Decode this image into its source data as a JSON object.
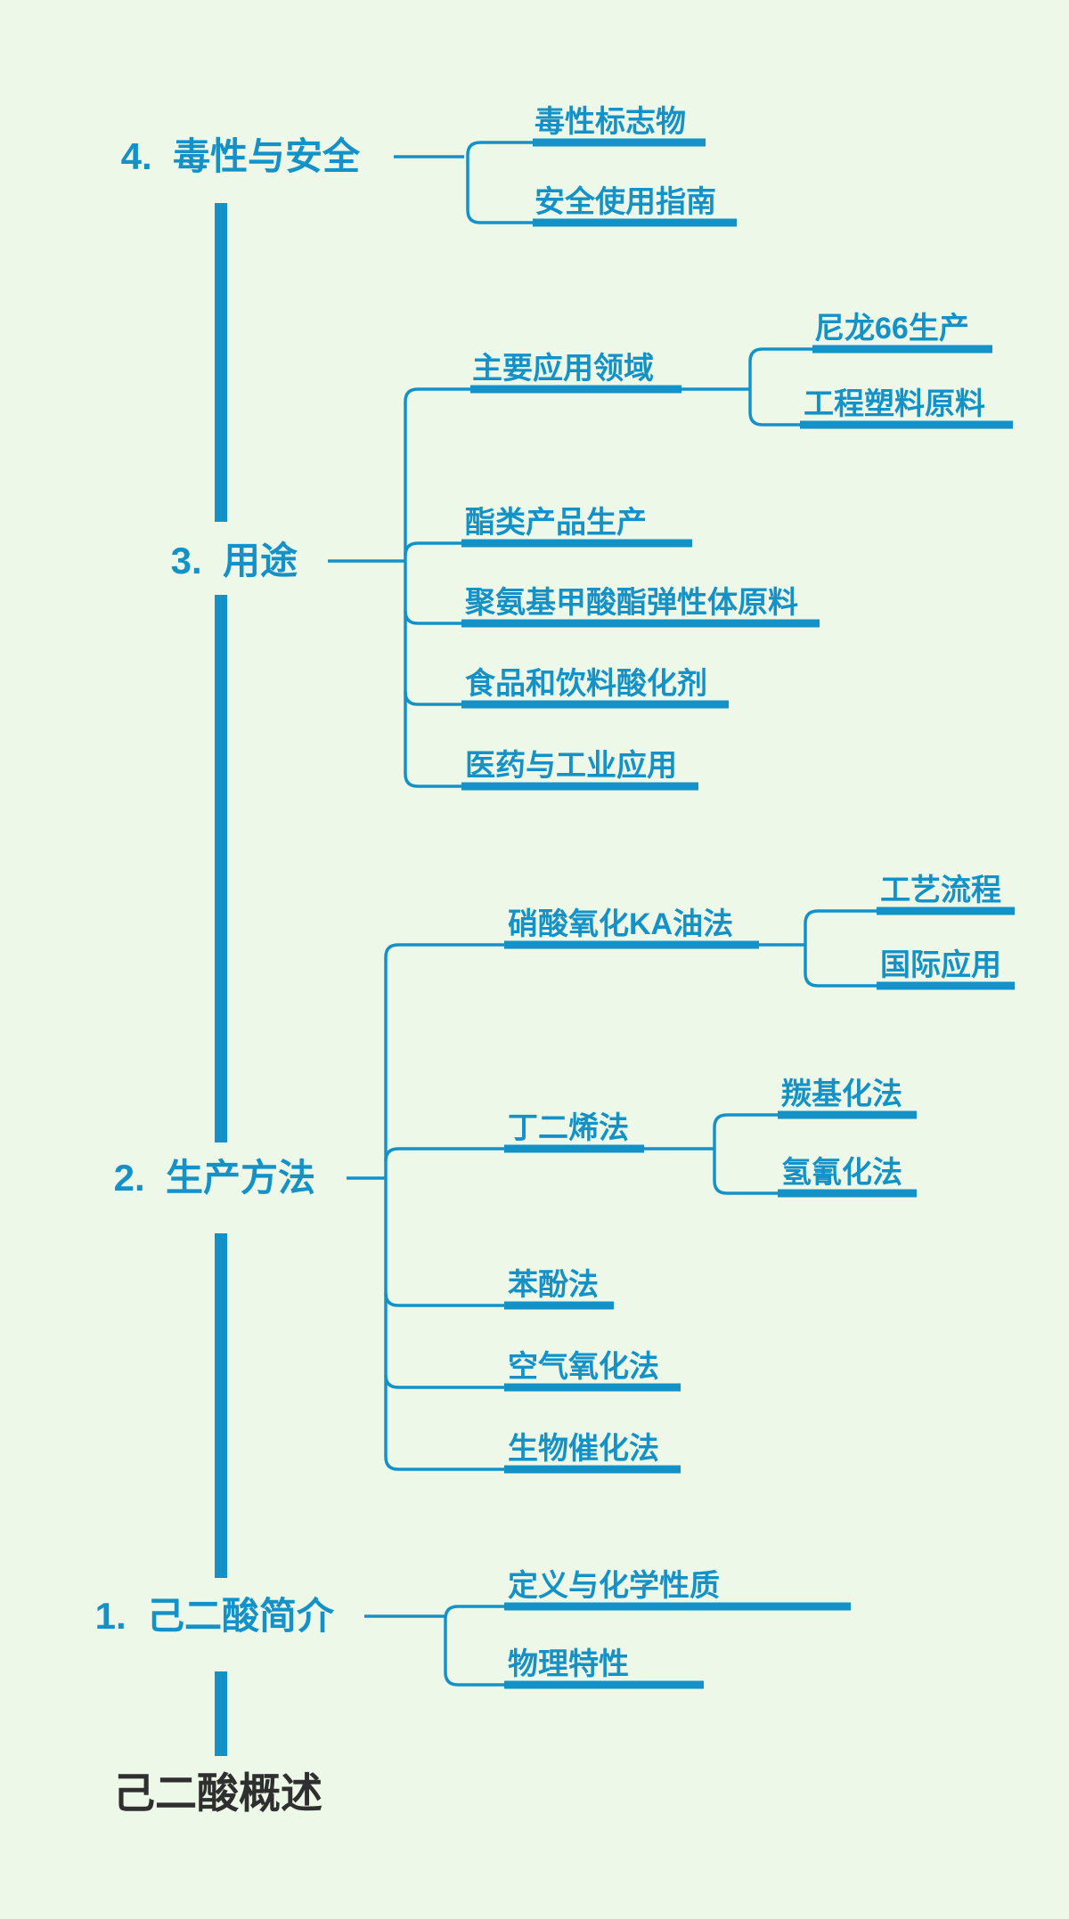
{
  "map": {
    "root_label": "己二酸概述",
    "branches": [
      {
        "label": "4.  毒性与安全",
        "children": [
          {
            "label": "毒性标志物"
          },
          {
            "label": "安全使用指南"
          }
        ]
      },
      {
        "label": "3.  用途",
        "children": [
          {
            "label": "主要应用领域",
            "children": [
              {
                "label": "尼龙66生产"
              },
              {
                "label": "工程塑料原料"
              }
            ]
          },
          {
            "label": "酯类产品生产"
          },
          {
            "label": "聚氨基甲酸酯弹性体原料"
          },
          {
            "label": "食品和饮料酸化剂"
          },
          {
            "label": "医药与工业应用"
          }
        ]
      },
      {
        "label": "2.  生产方法",
        "children": [
          {
            "label": "硝酸氧化KA油法",
            "children": [
              {
                "label": "工艺流程"
              },
              {
                "label": "国际应用"
              }
            ]
          },
          {
            "label": "丁二烯法",
            "children": [
              {
                "label": "羰基化法"
              },
              {
                "label": "氢氰化法"
              }
            ]
          },
          {
            "label": "苯酚法"
          },
          {
            "label": "空气氧化法"
          },
          {
            "label": "生物催化法"
          }
        ]
      },
      {
        "label": "1.  己二酸简介",
        "children": [
          {
            "label": "定义与化学性质"
          },
          {
            "label": "物理特性"
          }
        ]
      }
    ]
  },
  "colors": {
    "accent_blue": "#1492c8",
    "background_green": "#eef8e9",
    "root_text": "#2f2f2f"
  }
}
